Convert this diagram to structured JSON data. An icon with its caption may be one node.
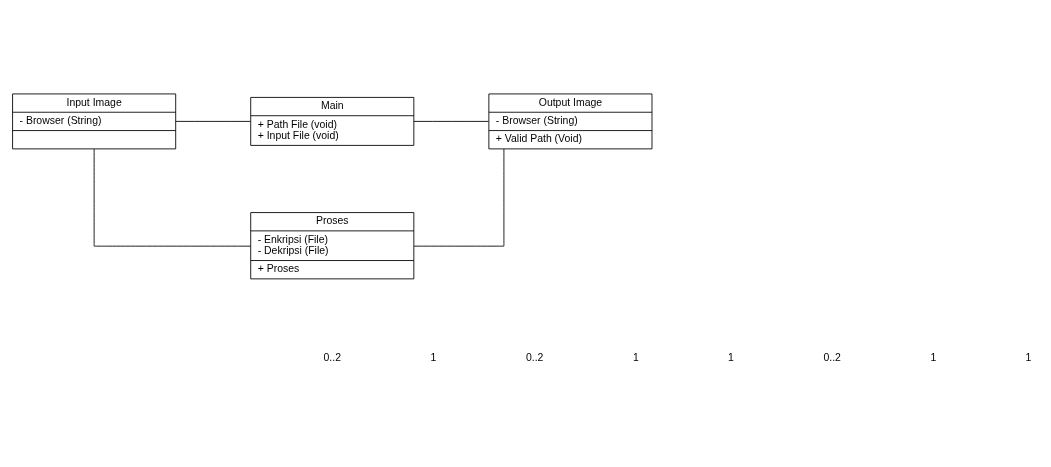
{
  "diagram": {
    "nodes": [
      {
        "text": [
          "Input Image",
          "- Browser (String)"
        ]
      },
      {
        "text": [
          "Main",
          "+ Path File (void) + Input File (void)"
        ]
      },
      {
        "text": [
          "Output Image",
          "- Browser (String)",
          "+ Valid Path (Void)"
        ]
      },
      {
        "text": [
          "Proses",
          "- Enkripsi (File) - Dekripsi (File)",
          "+ Proses"
        ]
      }
    ],
    "edges": [
      {
        "from": 0,
        "to": 1,
        "arrow": "none"
      },
      {
        "from": 1,
        "to": 2,
        "arrow": "none"
      },
      {
        "from": 0,
        "to": 3,
        "arrow": "none"
      },
      {
        "from": 2,
        "to": 3,
        "arrow": "none"
      }
    ],
    "labels": [
      "0..2",
      "1",
      "0..2",
      "1",
      "1",
      "0..2",
      "1",
      "1"
    ]
  }
}
